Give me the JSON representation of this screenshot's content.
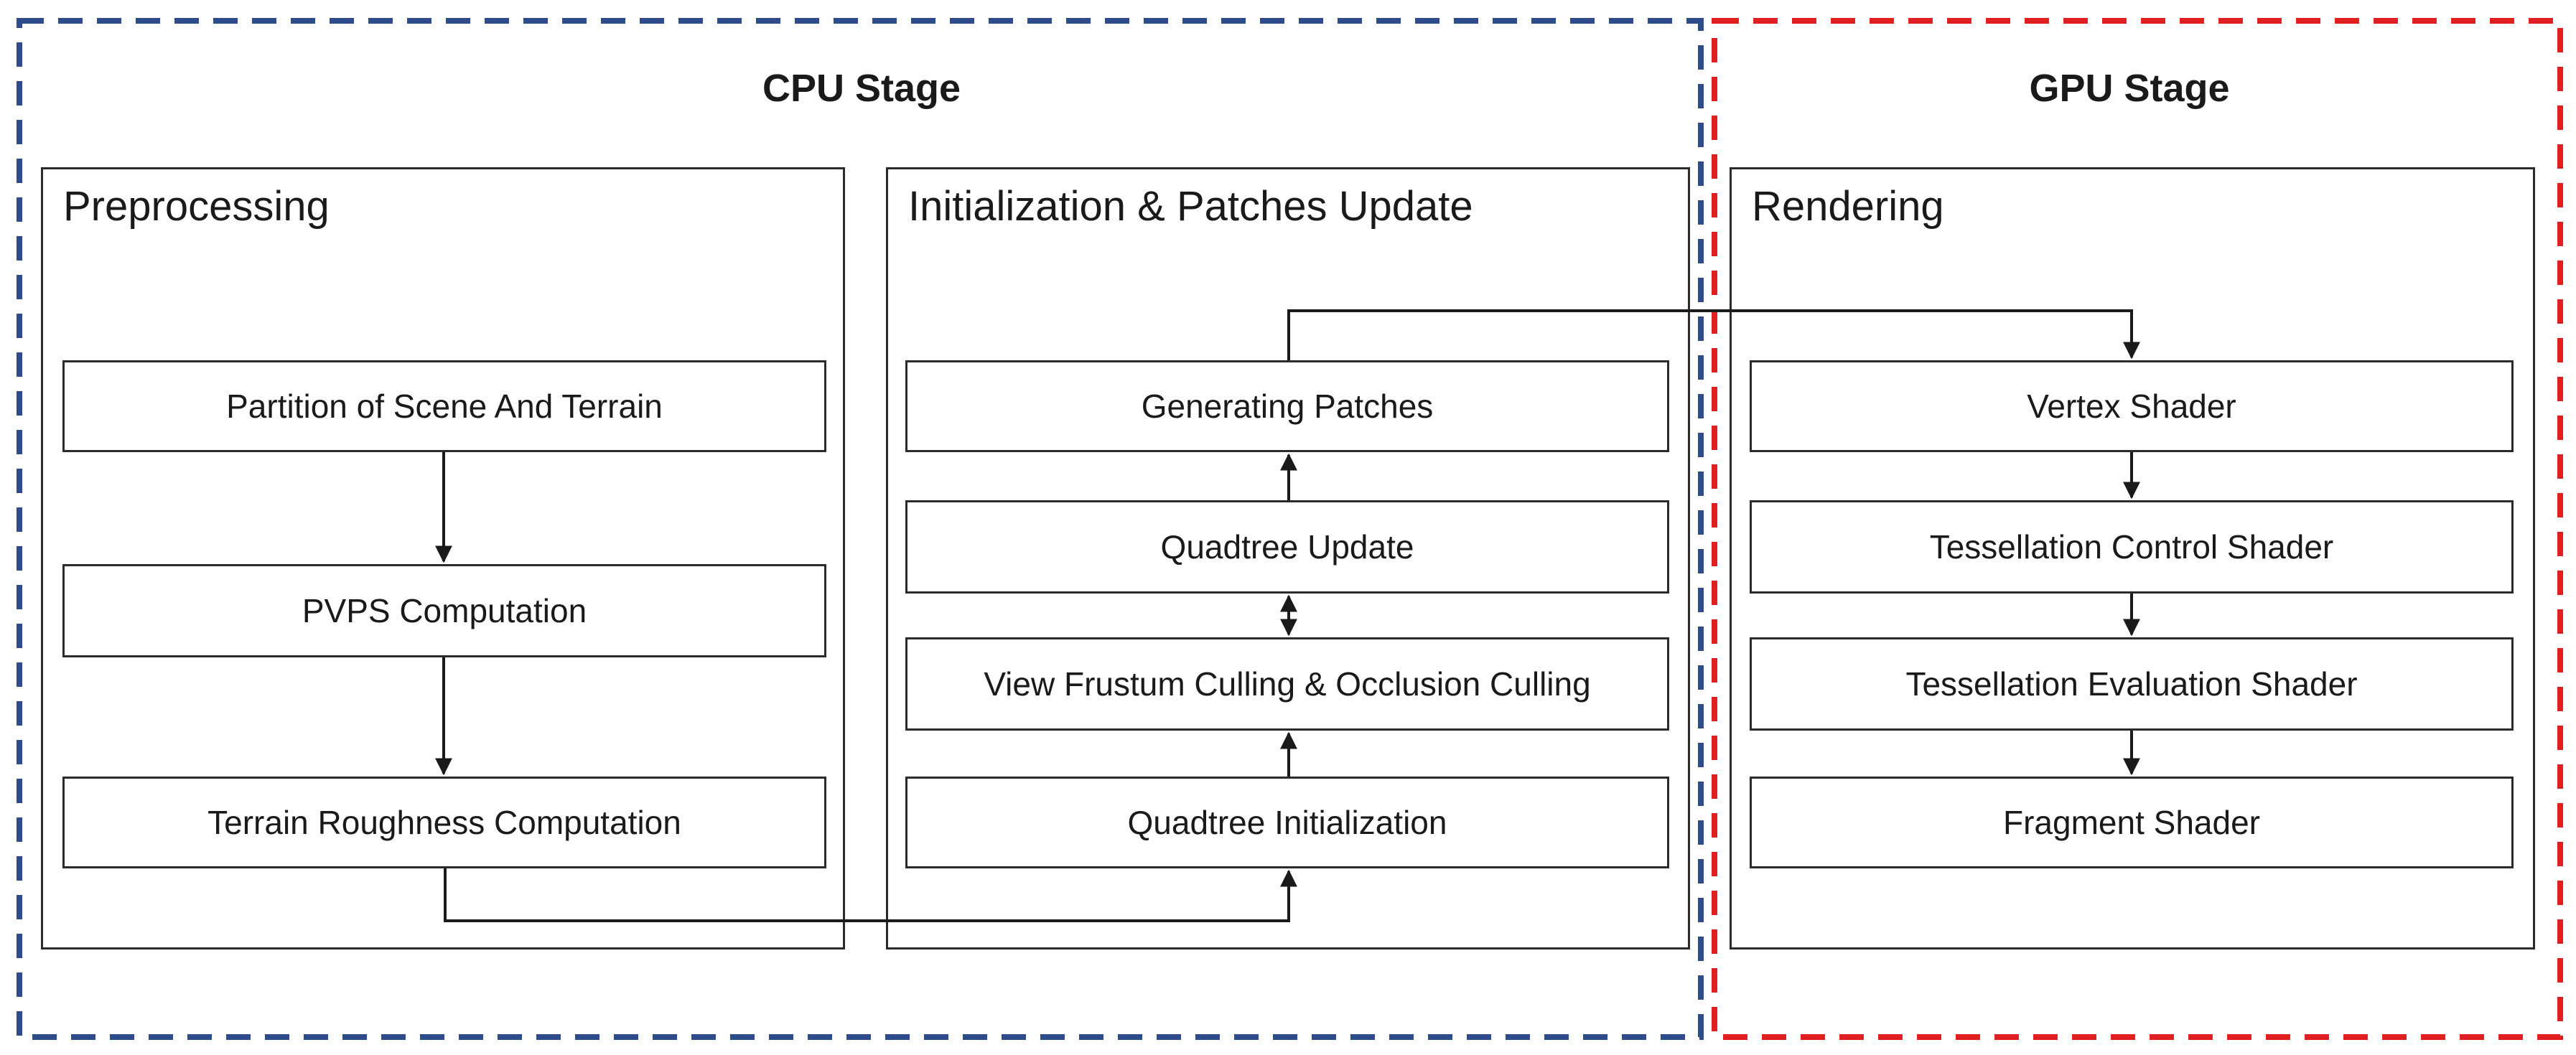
{
  "cpu_stage": {
    "title": "CPU Stage",
    "border_color": "#2e4c8c",
    "preprocessing": {
      "title": "Preprocessing",
      "nodes": [
        "Partition of Scene And Terrain",
        "PVPS  Computation",
        "Terrain Roughness Computation"
      ]
    },
    "init_update": {
      "title": "Initialization & Patches Update",
      "nodes": [
        "Generating Patches",
        "Quadtree Update",
        "View Frustum Culling & Occlusion Culling",
        "Quadtree Initialization"
      ]
    }
  },
  "gpu_stage": {
    "title": "GPU Stage",
    "border_color": "#e02020",
    "rendering": {
      "title": "Rendering",
      "nodes": [
        "Vertex Shader",
        "Tessellation Control Shader",
        "Tessellation Evaluation Shader",
        "Fragment Shader"
      ]
    }
  },
  "edges": [
    {
      "from": "Partition of Scene And Terrain",
      "to": "PVPS  Computation",
      "style": "arrow"
    },
    {
      "from": "PVPS  Computation",
      "to": "Terrain Roughness Computation",
      "style": "arrow"
    },
    {
      "from": "Terrain Roughness Computation",
      "to": "Quadtree Initialization",
      "style": "arrow"
    },
    {
      "from": "Quadtree Initialization",
      "to": "View Frustum Culling & Occlusion Culling",
      "style": "arrow"
    },
    {
      "from": "View Frustum Culling & Occlusion Culling",
      "to": "Quadtree Update",
      "style": "bidirectional"
    },
    {
      "from": "Quadtree Update",
      "to": "Generating Patches",
      "style": "arrow"
    },
    {
      "from": "Generating Patches",
      "to": "Vertex Shader",
      "style": "arrow"
    },
    {
      "from": "Vertex Shader",
      "to": "Tessellation Control Shader",
      "style": "arrow"
    },
    {
      "from": "Tessellation Control Shader",
      "to": "Tessellation Evaluation Shader",
      "style": "arrow"
    },
    {
      "from": "Tessellation Evaluation Shader",
      "to": "Fragment Shader",
      "style": "arrow"
    }
  ]
}
